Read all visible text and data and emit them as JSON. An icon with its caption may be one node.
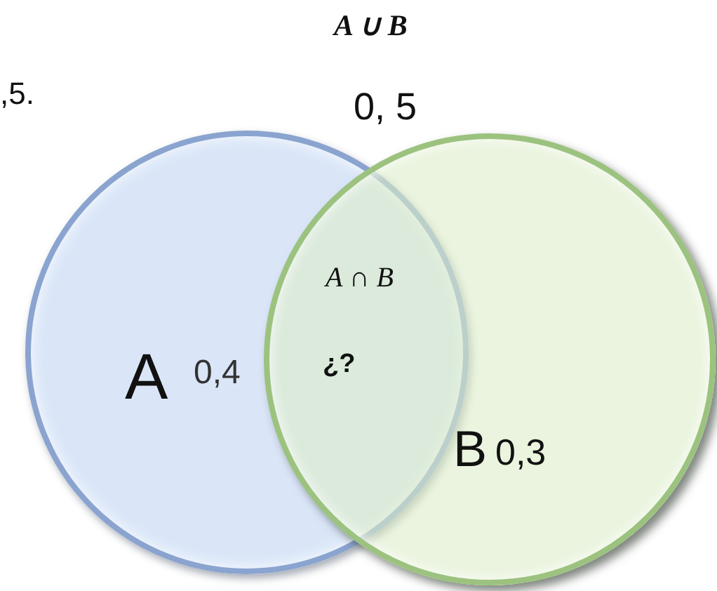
{
  "diagram": {
    "title": "A ∪ B",
    "nodes": [
      {
        "text": [
          "A",
          "0,4"
        ]
      },
      {
        "text": [
          "B",
          "0,3"
        ]
      }
    ],
    "labels": [
      "0, 5",
      ",5.",
      "A ∩ B",
      "¿?"
    ]
  }
}
